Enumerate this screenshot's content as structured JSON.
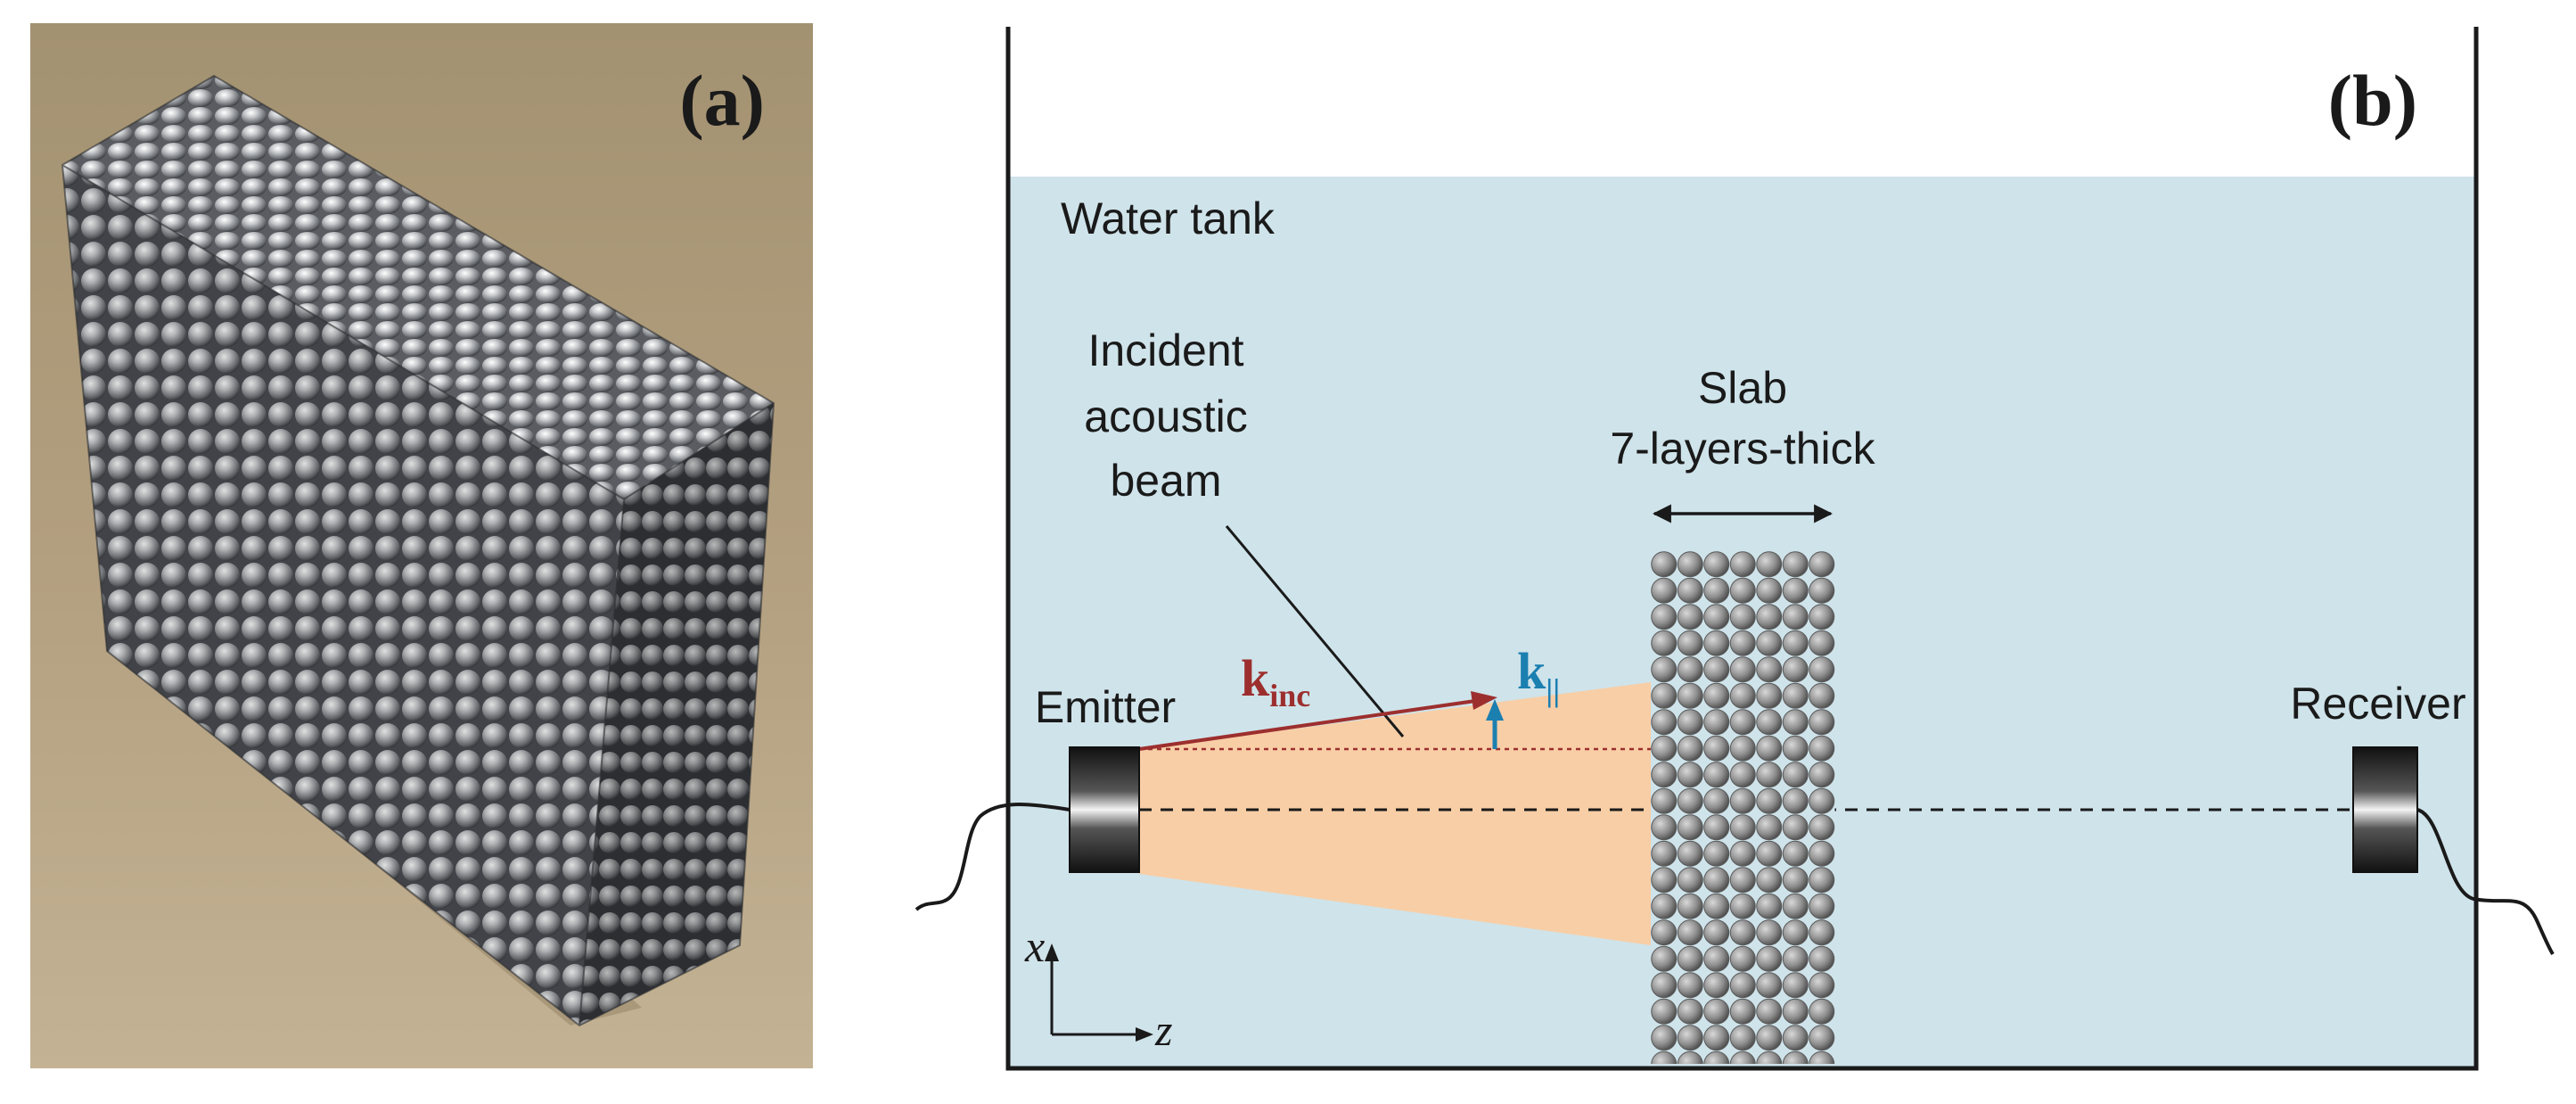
{
  "panel_a": {
    "label": "(a)",
    "photo_subject": "steel-bead-slab-photo"
  },
  "panel_b": {
    "label": "(b)",
    "tank_label": "Water tank",
    "beam_label_lines": [
      "Incident",
      "acoustic",
      "beam"
    ],
    "slab_label_lines": [
      "Slab",
      "7-layers-thick"
    ],
    "emitter_label": "Emitter",
    "receiver_label": "Receiver",
    "k_inc_main": "k",
    "k_inc_sub": "inc",
    "k_par_main": "k",
    "k_par_sub": "||",
    "axis_x": "x",
    "axis_z": "z"
  },
  "colors": {
    "water": "#cfe3ea",
    "beam": "#f8ceA6",
    "k_inc": "#9c2f2e",
    "k_par": "#1b7fb0",
    "outline": "#1a1a1a"
  }
}
